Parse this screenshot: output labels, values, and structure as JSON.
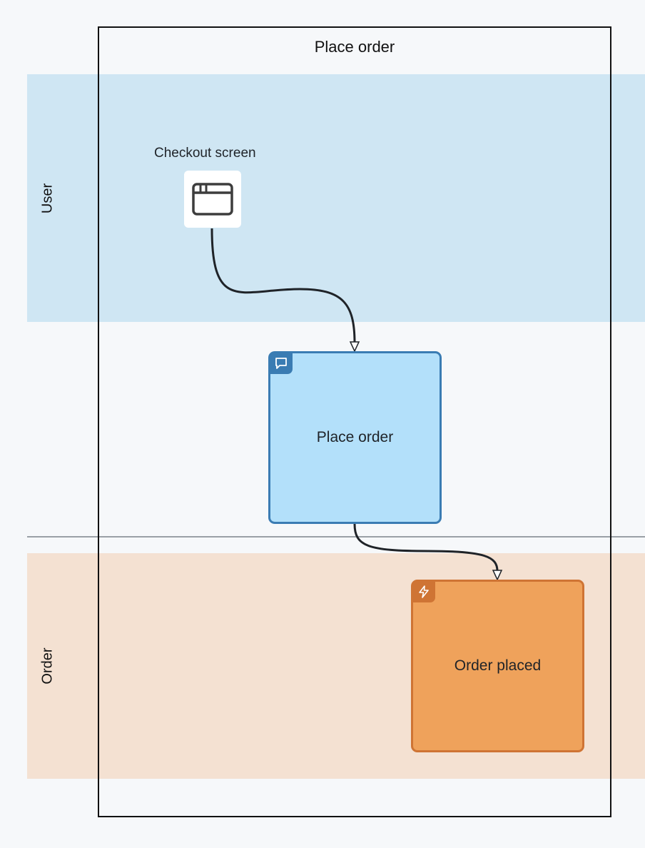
{
  "frame": {
    "title": "Place order"
  },
  "lanes": {
    "user": {
      "label": "User",
      "color": "#cfe6f3"
    },
    "order": {
      "label": "Order",
      "color": "#f4e1d2"
    }
  },
  "screen": {
    "label": "Checkout screen",
    "icon": "browser-window-icon"
  },
  "command": {
    "label": "Place order",
    "icon": "speech-bubble-icon",
    "fill": "#b3e0fa",
    "border": "#3a7cb3"
  },
  "event": {
    "label": "Order placed",
    "icon": "lightning-bolt-icon",
    "fill": "#efa25b",
    "border": "#cf7434"
  },
  "connections": [
    {
      "from": "Checkout screen",
      "to": "Place order"
    },
    {
      "from": "Place order",
      "to": "Order placed"
    }
  ]
}
